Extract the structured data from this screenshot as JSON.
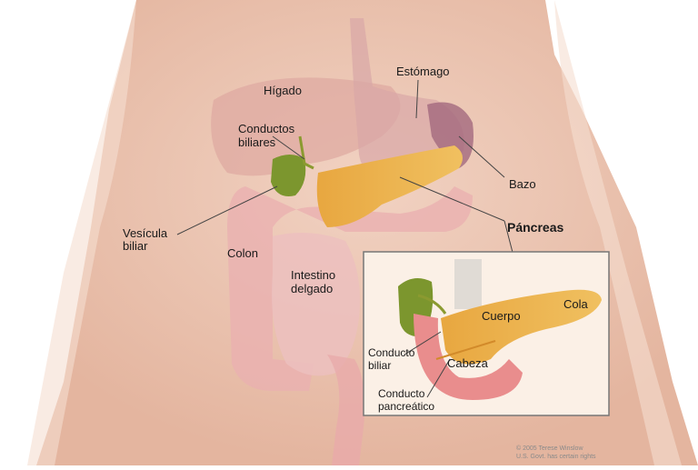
{
  "labels": {
    "higado": "Hígado",
    "estomago": "Estómago",
    "conductos_biliares_1": "Conductos",
    "conductos_biliares_2": "biliares",
    "bazo": "Bazo",
    "vesicula_1": "Vesícula",
    "vesicula_2": "biliar",
    "pancreas": "Páncreas",
    "colon": "Colon",
    "intestino_1": "Intestino",
    "intestino_2": "delgado"
  },
  "inset": {
    "cuerpo": "Cuerpo",
    "cola": "Cola",
    "cabeza": "Cabeza",
    "conducto_biliar_1": "Conducto",
    "conducto_biliar_2": "biliar",
    "conducto_pancreatico_1": "Conducto",
    "conducto_pancreatico_2": "pancreático"
  },
  "credit": {
    "line1": "© 2005 Terese Winslow",
    "line2": "U.S. Govt. has certain rights"
  },
  "colors": {
    "skin": "#e9c2ae",
    "organ_pink": "#e7a9a4",
    "pancreas": "#e6a94a",
    "gallbladder": "#6f8b2a",
    "inset_bg": "#fbf0e6"
  }
}
